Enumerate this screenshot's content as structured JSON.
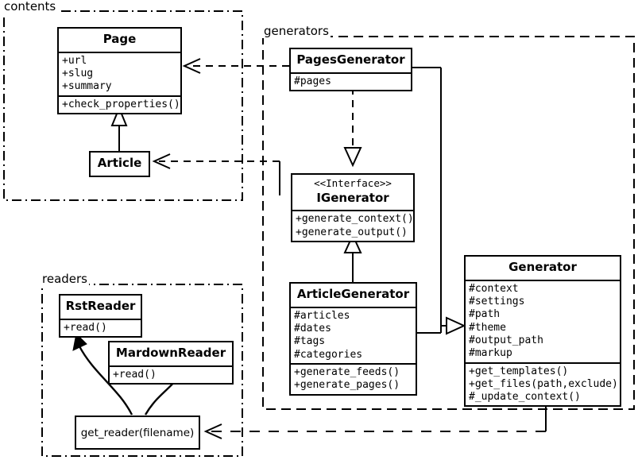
{
  "diagram": {
    "type": "uml-class-diagram",
    "packages": [
      {
        "id": "contents",
        "label": "contents",
        "border_style": "dash-dot"
      },
      {
        "id": "generators",
        "label": "generators",
        "border_style": "dashed"
      },
      {
        "id": "readers",
        "label": "readers",
        "border_style": "dash-dot"
      }
    ],
    "classes": {
      "page": {
        "name": "Page",
        "attributes": [
          "+url",
          "+slug",
          "+summary"
        ],
        "methods": [
          "+check_properties()"
        ]
      },
      "article": {
        "name": "Article",
        "attributes": [],
        "methods": []
      },
      "pages_generator": {
        "name": "PagesGenerator",
        "attributes": [
          "#pages"
        ],
        "methods": []
      },
      "igenerator": {
        "stereotype": "<<Interface>>",
        "name": "IGenerator",
        "attributes": [],
        "methods": [
          "+generate_context()",
          "+generate_output()"
        ]
      },
      "article_generator": {
        "name": "ArticleGenerator",
        "attributes": [
          "#articles",
          "#dates",
          "#tags",
          "#categories"
        ],
        "methods": [
          "+generate_feeds()",
          "+generate_pages()"
        ]
      },
      "generator": {
        "name": "Generator",
        "attributes": [
          "#context",
          "#settings",
          "#path",
          "#theme",
          "#output_path",
          "#markup"
        ],
        "methods": [
          "+get_templates()",
          "+get_files(path,exclude)",
          "#_update_context()"
        ]
      },
      "rst_reader": {
        "name": "RstReader",
        "attributes": [],
        "methods": [
          "+read()"
        ]
      },
      "mardown_reader": {
        "name": "MardownReader",
        "attributes": [],
        "methods": [
          "+read()"
        ]
      }
    },
    "functions": {
      "get_reader": {
        "label": "get_reader(filename)"
      }
    },
    "relations": [
      {
        "from": "article",
        "to": "page",
        "kind": "generalization"
      },
      {
        "from": "pages_generator",
        "to": "igenerator",
        "kind": "realization"
      },
      {
        "from": "article_generator",
        "to": "igenerator",
        "kind": "generalization"
      },
      {
        "from": "pages_generator",
        "to": "generator",
        "kind": "generalization"
      },
      {
        "from": "article_generator",
        "to": "generator",
        "kind": "generalization"
      },
      {
        "from": "pages_generator",
        "to": "page",
        "kind": "dependency"
      },
      {
        "from": "generators",
        "to": "article",
        "kind": "dependency"
      },
      {
        "from": "generator",
        "to": "get_reader",
        "kind": "dependency"
      },
      {
        "from": "get_reader",
        "to": "rst_reader",
        "kind": "call"
      },
      {
        "from": "get_reader",
        "to": "mardown_reader",
        "kind": "call"
      }
    ],
    "colors": {
      "stroke": "#000000",
      "fill": "#ffffff"
    }
  }
}
